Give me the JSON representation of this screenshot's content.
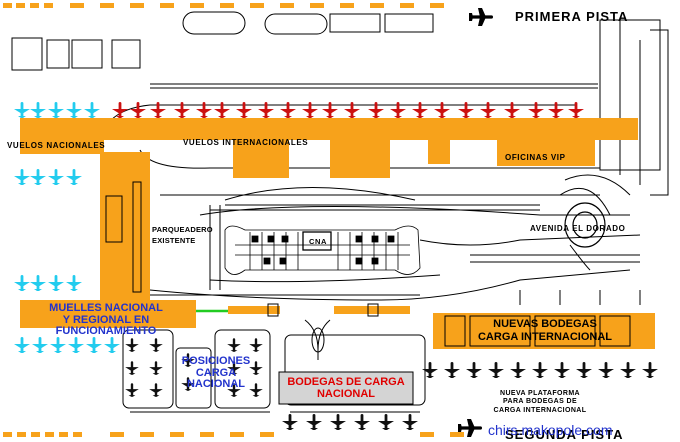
{
  "colors": {
    "terminal": "#f7a21b",
    "national_gate": "#22ccee",
    "international_gate": "#cc1111",
    "cargo_plane": "#111111",
    "runway_marks": "#f7a21b",
    "label_blue": "#2233cc",
    "label_red": "#e00000",
    "platform_line": "#22cc22"
  },
  "runways": {
    "north": "PRIMERA PISTA",
    "south": "SEGUNDA PISTA"
  },
  "labels": {
    "vuelos_nacionales": "VUELOS NACIONALES",
    "vuelos_internacionales": "VUELOS INTERNACIONALES",
    "oficinas_vip": "OFICINAS VIP",
    "parqueadero": "PARQUEADERO\nEXISTENTE",
    "cna": "CNA",
    "avenida": "AVENIDA EL DORADO",
    "muelles": "MUELLES NACIONAL\nY REGIONAL EN\nFUNCIONAMIENTO",
    "posiciones": "POSICIONES\nCARGA\nNACIONAL",
    "bodegas_nacional": "BODEGAS DE CARGA\nNACIONAL",
    "nuevas_bodegas": "NUEVAS BODEGAS\nCARGA INTERNACIONAL",
    "nueva_plataforma": "NUEVA PLATAFORMA\nPARA BODEGAS DE\nCARGA INTERNACIONAL",
    "watermark": "chirs.makopole.com"
  },
  "icons": {
    "runway_north_plane": "airplane-icon",
    "runway_south_plane": "airplane-icon",
    "national_gate_plane": "airplane-icon",
    "international_gate_plane": "airplane-icon",
    "cargo_plane": "airplane-icon"
  }
}
